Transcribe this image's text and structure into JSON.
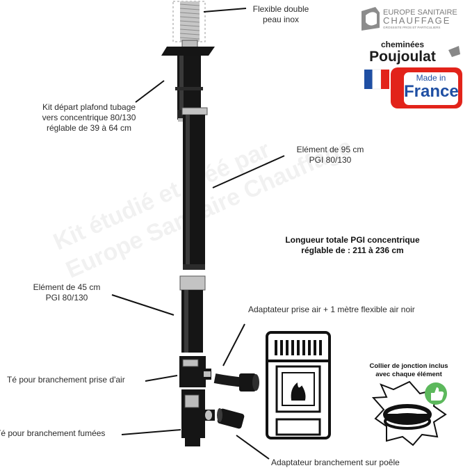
{
  "labels": {
    "flexible": [
      "Flexible double",
      "peau inox"
    ],
    "kit_depart": [
      "Kit départ plafond tubage",
      "vers concentrique 80/130",
      "réglable de 39 à 64 cm"
    ],
    "element_95": [
      "Elément de 95 cm",
      "PGI 80/130"
    ],
    "longueur": [
      "Longueur  totale PGI concentrique",
      "réglable de : 211 à 236 cm"
    ],
    "element_45": [
      "Elément de 45 cm",
      "PGI 80/130"
    ],
    "adaptateur_air": "Adaptateur prise air + 1 mètre flexible air noir",
    "te_air": "Té pour branchement prise d'air",
    "te_fumees": "Té pour branchement fumées",
    "adaptateur_poele": "Adaptateur branchement sur poêle",
    "collier": [
      "Collier de jonction inclus",
      "avec chaque élément"
    ]
  },
  "watermark": [
    "Kit étudié et créé par",
    "Europe Sanitaire Chauffage"
  ],
  "logos": {
    "europe_sanitaire": [
      "EUROPE SANITAIRE",
      "CHAUFFAGE",
      "GROSSISTE PROS ET PARTICULIERS"
    ],
    "poujoulat": [
      "cheminées",
      "Poujoulat"
    ],
    "made_in_france": [
      "Made in",
      "France"
    ]
  },
  "colors": {
    "pipe": "#161616",
    "inox": "#b9b9b9",
    "thumb": "#5cb85c",
    "red": "#e2231a",
    "blue": "#1f4fa3"
  }
}
